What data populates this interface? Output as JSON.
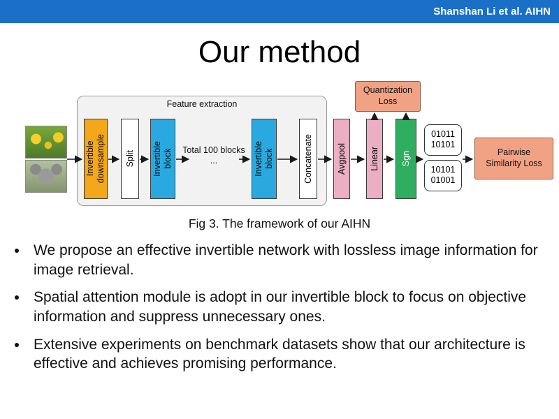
{
  "header": {
    "credit": "Shanshan Li et al. AIHN"
  },
  "title": "Our method",
  "figure": {
    "caption": "Fig 3. The framework of our AIHN",
    "feature_extraction_label": "Feature extraction",
    "input_images": [
      "flowers",
      "koala"
    ],
    "blocks": {
      "invertible_downsample": "Invertible\ndownsample",
      "split": "Split",
      "invertible_block_1": "Invertible\nblock",
      "total_blocks": "Total 100 blocks\n...",
      "invertible_block_2": "Invertible\nblock",
      "concatenate": "Concatenate",
      "avgpool": "Avgpool",
      "linear": "Linear",
      "sgn": "Sgn",
      "quantization_loss": "Quantization\nLoss",
      "hash_code_top": "01011\n10101",
      "hash_code_bottom": "10101\n01001",
      "pairwise_similarity_loss": "Pairwise\nSimilarity Loss"
    },
    "colors": {
      "header_bar": "#1A6FC7",
      "invertible_downsample": "#F3A71B",
      "invertible_block": "#29A9E0",
      "avgpool_linear": "#EBAEC2",
      "sgn": "#2FAE60",
      "loss_boxes": "#F2A284"
    }
  },
  "bullets": [
    "We propose an effective invertible network with lossless image information for image retrieval.",
    "Spatial attention module is adopt in our invertible block to focus on objective information and suppress unnecessary ones.",
    "Extensive experiments on benchmark datasets show that our architecture is effective and achieves promising performance."
  ]
}
